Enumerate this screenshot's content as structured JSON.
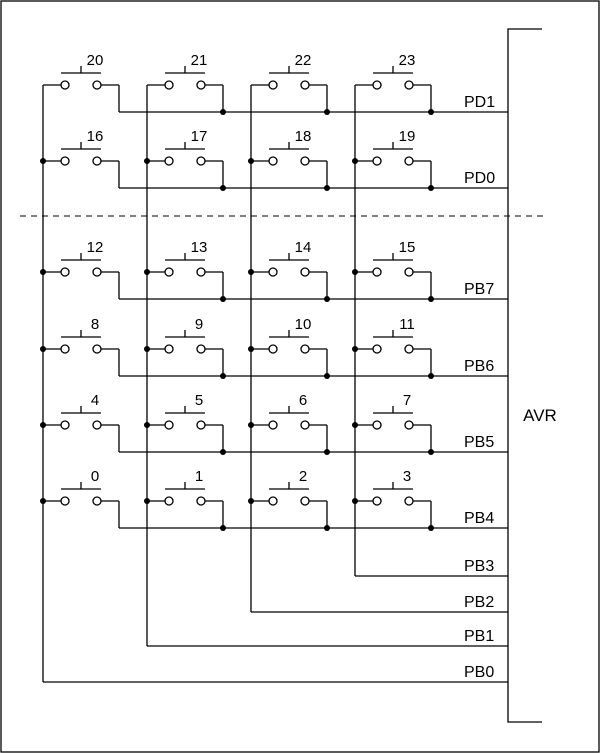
{
  "colors": {
    "line": "#000000",
    "background": "#ffffff"
  },
  "chip_label": "AVR",
  "separator": "dashed",
  "pin_labels": [
    "PD1",
    "PD0",
    "PB7",
    "PB6",
    "PB5",
    "PB4",
    "PB3",
    "PB2",
    "PB1",
    "PB0"
  ],
  "key_rows": [
    {
      "pin": "PD1",
      "keys": [
        "20",
        "21",
        "22",
        "23"
      ]
    },
    {
      "pin": "PD0",
      "keys": [
        "16",
        "17",
        "18",
        "19"
      ]
    },
    {
      "pin": "PB7",
      "keys": [
        "12",
        "13",
        "14",
        "15"
      ]
    },
    {
      "pin": "PB6",
      "keys": [
        "8",
        "9",
        "10",
        "11"
      ]
    },
    {
      "pin": "PB5",
      "keys": [
        "4",
        "5",
        "6",
        "7"
      ]
    },
    {
      "pin": "PB4",
      "keys": [
        "0",
        "1",
        "2",
        "3"
      ]
    }
  ],
  "column_pins": [
    "PB0",
    "PB1",
    "PB2",
    "PB3"
  ]
}
